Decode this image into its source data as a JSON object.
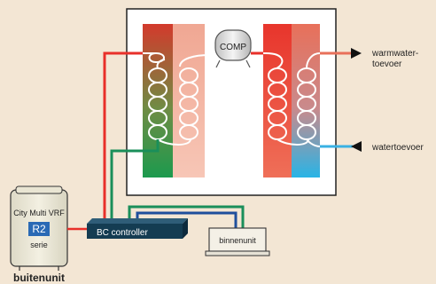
{
  "labels": {
    "compressor": "COMP",
    "hot_water_supply_line1": "warmwater-",
    "hot_water_supply_line2": "toevoer",
    "water_supply": "watertoevoer",
    "bc_controller": "BC controller",
    "indoor_unit": "binnenunit",
    "outdoor_model": "City Multi VRF",
    "outdoor_badge": "R2",
    "outdoor_series": "serie",
    "outdoor_unit": "buitenunit"
  },
  "colors": {
    "background": "#f3e6d4",
    "refrigerant_hot": "#e8302a",
    "refrigerant_liquid": "#1a8f5a",
    "water_cold": "#39b1e3",
    "water_hot": "#e8705a",
    "pipe_blue": "#1f4f9c",
    "controller_body": "#143c52",
    "badge_blue": "#2a6ab5"
  }
}
